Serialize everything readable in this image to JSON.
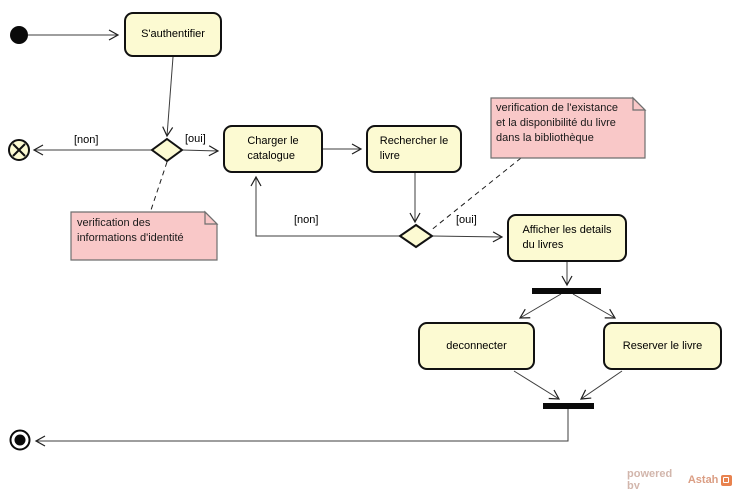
{
  "diagram": {
    "type": "uml-activity-diagram",
    "nodes": {
      "authenticate": "S'authentifier",
      "load_catalog": "Charger le\ncatalogue",
      "search_book": "Rechercher le\nlivre",
      "show_details": "Afficher les details\ndu livres",
      "disconnect": "deconnecter",
      "reserve_book": "Reserver le livre"
    },
    "guards": {
      "auth_non": "[non]",
      "auth_oui": "[oui]",
      "search_non": "[non]",
      "search_oui": "[oui]"
    },
    "notes": {
      "identity": "verification des\ninformations d'identité",
      "availability": "verification de l'existance\net la disponibilité du livre\ndans la bibliothèque"
    },
    "colors": {
      "node_fill": "#FCFAD2",
      "node_border": "#111111",
      "note_fill": "#F9C8C8",
      "note_border": "#6F6F6F",
      "edge": "#3C3C3C",
      "bar_fill": "#0A0A0A",
      "watermark_text": "#D2B6AC",
      "watermark_brand": "#DB9E84",
      "watermark_logo": "#E8824E"
    }
  },
  "watermark": {
    "powered_by": "powered by",
    "brand": "Astah"
  }
}
